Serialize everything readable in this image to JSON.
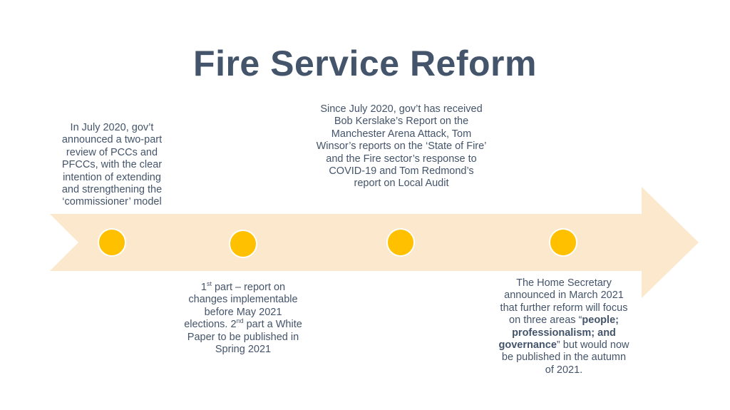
{
  "title": "Fire Service Reform",
  "colors": {
    "arrow": "#fce8cc",
    "dot": "#ffc000",
    "dot_border": "#ffffff",
    "text": "#44546a"
  },
  "events": [
    {
      "text": "In July 2020, gov’t announced a two-part review of PCCs and PFCCs, with the clear intention of extending and strengthening the ‘commissioner’ model"
    },
    {
      "part1_num": "1",
      "part1_sup": "st",
      "part1_rest": " part – report on changes implementable before May 2021 elections. ",
      "part2_num": "2",
      "part2_sup": "nd",
      "part2_rest": " part a White Paper to be published in Spring 2021"
    },
    {
      "text": "Since July 2020,  gov’t has received Bob Kerslake’s Report on the Manchester Arena Attack, Tom Winsor’s reports on the ‘State of Fire’ and the Fire sector’s response to COVID-19 and Tom Redmond’s report on Local Audit"
    },
    {
      "pre": "The Home Secretary announced in March 2021 that further reform will focus on three areas “",
      "bold": "people; professionalism; and governance",
      "post": "” but would now be published in the autumn of 2021."
    }
  ]
}
